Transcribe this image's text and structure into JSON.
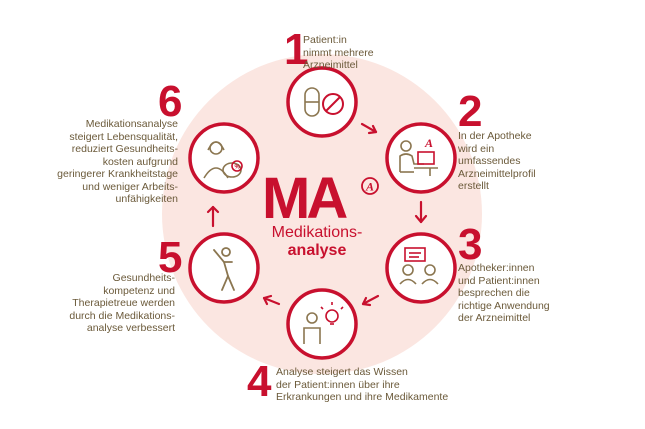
{
  "center": {
    "logo": "MA",
    "title_line1": "Medikations-",
    "title_line2": "analyse"
  },
  "steps": [
    {
      "number": "1",
      "text": "Patient:in\nnimmt mehrere\nArzneimittel",
      "icon": "pill-capsule-no-icon"
    },
    {
      "number": "2",
      "text": "In der Apotheke\nwird ein\numfassendes\nArzneimittelprofil\nerstellt",
      "icon": "pharmacist-at-computer-icon"
    },
    {
      "number": "3",
      "text": "Apotheker:innen\nund Patient:innen\nbesprechen die\nrichtige Anwendung\nder Arzneimittel",
      "icon": "conversation-icon"
    },
    {
      "number": "4",
      "text": "Analyse steigert das Wissen\nder Patient:innen über ihre\nErkrankungen und ihre Medikamente",
      "icon": "person-lightbulb-icon"
    },
    {
      "number": "5",
      "text": "Gesundheits-\nkompetenz und\nTherapietreue werden\ndurch die Medikations-\nanalyse verbessert",
      "icon": "person-exercising-icon"
    },
    {
      "number": "6",
      "text": "Medikationsanalyse\nsteigert Lebensqualität,\nreduziert Gesundheits-\nkosten aufgrund\ngeringerer Krankheitstage\nund weniger Arbeits-\nunfähigkeiten",
      "icon": "woman-piggybank-icon"
    }
  ],
  "colors": {
    "accent": "#c8102e",
    "text": "#6b5a3a",
    "circle_bg": "#fbe6e1",
    "icon_line": "#8b7650"
  }
}
